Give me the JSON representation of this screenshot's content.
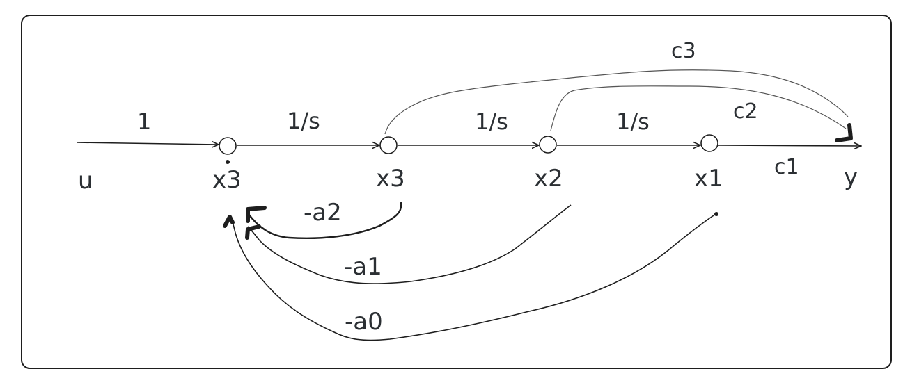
{
  "diagram": {
    "type": "signal-flow-graph",
    "frame": {
      "stroke": "#1e1e1e",
      "background": "#ffffff"
    },
    "colors": {
      "ink": "#1e1e1e",
      "label": "#2b2f33",
      "feedforward": "#555555"
    },
    "nodes": [
      {
        "id": "x3dot",
        "label": "x3",
        "dot_above": true
      },
      {
        "id": "x3",
        "label": "x3"
      },
      {
        "id": "x2",
        "label": "x2"
      },
      {
        "id": "x1",
        "label": "x1"
      }
    ],
    "signals": {
      "input": "u",
      "output": "y"
    },
    "forward_gains": {
      "u_to_x3dot": "1",
      "x3dot_to_x3": "1/s",
      "x3_to_x2": "1/s",
      "x2_to_x1": "1/s",
      "x1_to_y": "c1"
    },
    "feedforward_gains": {
      "x3_to_y": "c3",
      "x2_to_y": "c2"
    },
    "feedback_gains": {
      "x3_to_x3dot": "-a2",
      "x2_to_x3dot": "-a1",
      "x1_to_x3dot": "-a0"
    }
  }
}
